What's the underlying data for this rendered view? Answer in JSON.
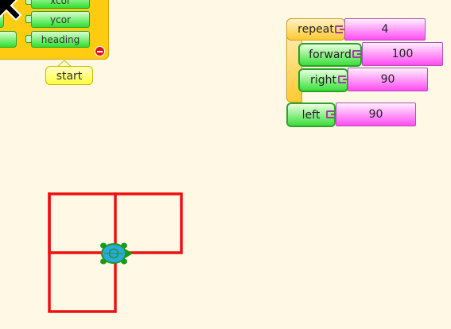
{
  "palette": {
    "items": [
      {
        "label": "xcor"
      },
      {
        "label": "ycor"
      },
      {
        "label": "heading"
      }
    ]
  },
  "start_label": "start",
  "program": {
    "repeat": {
      "label": "repeat",
      "value": "4"
    },
    "forward": {
      "label": "forward",
      "value": "100"
    },
    "right": {
      "label": "right",
      "value": "90"
    },
    "left": {
      "label": "left",
      "value": "90"
    }
  },
  "colors": {
    "background": "#fff8e4",
    "palette": "#ffcc11",
    "command_block": "#3cde3c",
    "number_block": "#ff4cf2",
    "control_block": "#ffc930",
    "turtle_trail": "#ee1111",
    "turtle": "#2aa8e0"
  },
  "icons": {
    "cursor": "arrow-cursor-icon",
    "remove": "minus-circle-icon",
    "turtle": "turtle-icon"
  }
}
